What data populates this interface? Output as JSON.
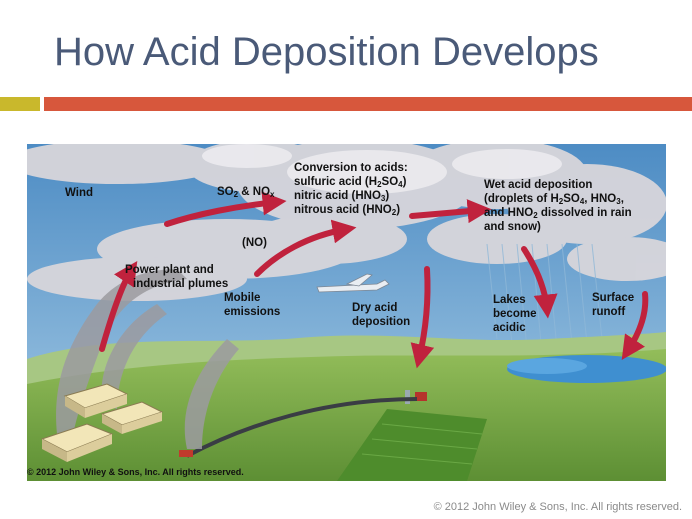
{
  "slide": {
    "title": "How Acid Deposition Develops",
    "footer": "© 2012 John Wiley & Sons, Inc. All rights reserved."
  },
  "diagram": {
    "credit": "© 2012 John Wiley & Sons, Inc. All rights reserved.",
    "labels": {
      "wind": "Wind",
      "so2_nox": [
        {
          "t": "SO"
        },
        {
          "s": "2"
        },
        {
          "t": " & NO"
        },
        {
          "s": "x"
        }
      ],
      "no": "(NO)",
      "conversion": [
        [
          {
            "t": "Conversion to acids:"
          }
        ],
        [
          {
            "t": "sulfuric acid (H"
          },
          {
            "s": "2"
          },
          {
            "t": "SO"
          },
          {
            "s": "4"
          },
          {
            "t": ")"
          }
        ],
        [
          {
            "t": "nitric acid (HNO"
          },
          {
            "s": "3"
          },
          {
            "t": ")"
          }
        ],
        [
          {
            "t": "nitrous acid (HNO"
          },
          {
            "s": "2"
          },
          {
            "t": ")"
          }
        ]
      ],
      "wet": [
        [
          {
            "t": "Wet acid deposition"
          }
        ],
        [
          {
            "t": "(droplets of H"
          },
          {
            "s": "2"
          },
          {
            "t": "SO"
          },
          {
            "s": "4"
          },
          {
            "t": ", HNO"
          },
          {
            "s": "3"
          },
          {
            "t": ","
          }
        ],
        [
          {
            "t": "and HNO"
          },
          {
            "s": "2"
          },
          {
            "t": " dissolved in rain"
          }
        ],
        [
          {
            "t": "and snow)"
          }
        ]
      ],
      "power_plant": [
        "Power plant and",
        "industrial plumes"
      ],
      "mobile": [
        "Mobile",
        "emissions"
      ],
      "dry": [
        "Dry acid",
        "deposition"
      ],
      "lakes": [
        "Lakes",
        "become",
        "acidic"
      ],
      "surface": [
        "Surface",
        "runoff"
      ]
    },
    "colors": {
      "title": "#4a5a78",
      "accent_gold": "#c9b82c",
      "accent_red": "#d7573c",
      "arrow": "#c0223d",
      "sky": "#5f9fce",
      "grass": "#7fae47",
      "water": "#3f8fd0"
    }
  }
}
